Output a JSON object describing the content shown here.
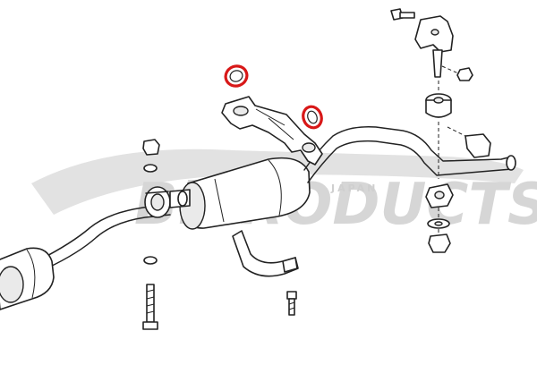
{
  "watermark": {
    "main_text": "BiPRODUCTS",
    "sub_text": "JAPAN"
  },
  "colors": {
    "line": "#222222",
    "highlight_ring": "#d81818",
    "watermark": "#d6d6d6"
  },
  "highlighted_parts": [
    "exhaust-gasket-front",
    "exhaust-gasket-rear"
  ]
}
